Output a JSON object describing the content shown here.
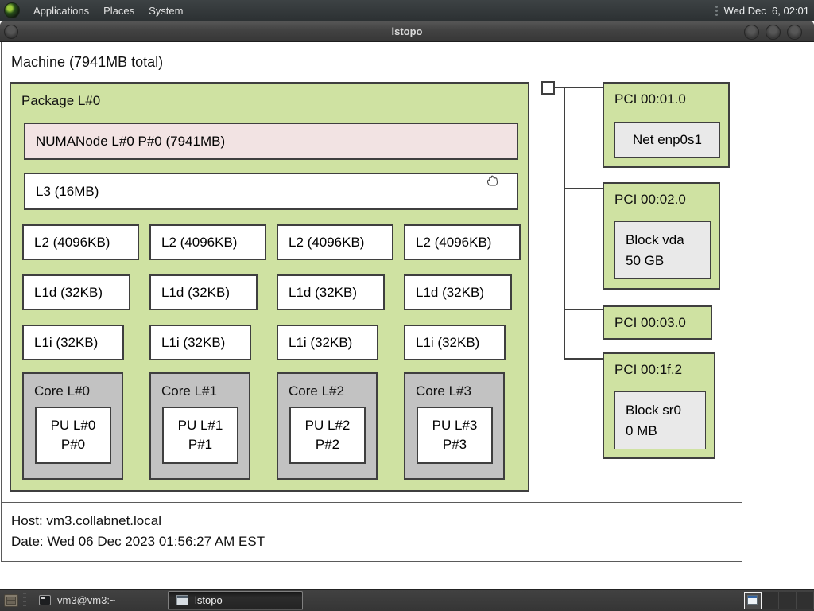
{
  "panel": {
    "menus": [
      {
        "label": "Applications"
      },
      {
        "label": "Places"
      },
      {
        "label": "System"
      }
    ],
    "clock": "Wed Dec  6, 02:01"
  },
  "titlebar": {
    "title": "lstopo"
  },
  "lstopo": {
    "machine_label": "Machine (7941MB total)",
    "package": {
      "label": "Package L#0",
      "numanode": "NUMANode L#0 P#0 (7941MB)",
      "l3": "L3 (16MB)",
      "l2": [
        "L2 (4096KB)",
        "L2 (4096KB)",
        "L2 (4096KB)",
        "L2 (4096KB)"
      ],
      "l1d": [
        "L1d (32KB)",
        "L1d (32KB)",
        "L1d (32KB)",
        "L1d (32KB)"
      ],
      "l1i": [
        "L1i (32KB)",
        "L1i (32KB)",
        "L1i (32KB)",
        "L1i (32KB)"
      ],
      "cores": [
        {
          "label": "Core L#0",
          "pu_line1": "PU L#0",
          "pu_line2": "P#0"
        },
        {
          "label": "Core L#1",
          "pu_line1": "PU L#1",
          "pu_line2": "P#1"
        },
        {
          "label": "Core L#2",
          "pu_line1": "PU L#2",
          "pu_line2": "P#2"
        },
        {
          "label": "Core L#3",
          "pu_line1": "PU L#3",
          "pu_line2": "P#3"
        }
      ]
    },
    "pci": [
      {
        "label": "PCI 00:01.0",
        "device_line1": "Net enp0s1",
        "device_line2": ""
      },
      {
        "label": "PCI 00:02.0",
        "device_line1": "Block vda",
        "device_line2": "50 GB"
      },
      {
        "label": "PCI 00:03.0"
      },
      {
        "label": "PCI 00:1f.2",
        "device_line1": "Block sr0",
        "device_line2": "0 MB"
      }
    ],
    "legend": {
      "host": "Host: vm3.collabnet.local",
      "date": "Date: Wed 06 Dec 2023 01:56:27 AM EST"
    }
  },
  "taskbar": {
    "tasks": [
      {
        "label": "vm3@vm3:~"
      },
      {
        "label": "lstopo"
      }
    ]
  },
  "icons": {
    "panel_logo": "distro-logo-icon",
    "notification": "notification-dots-icon",
    "window_buttons": "minimize-maximize-close",
    "task1": "terminal-icon",
    "task2": "window-icon",
    "cursor": "hand-cursor"
  },
  "colors": {
    "package_green": "#cfe2a2",
    "numa_pink": "#f2e3e3",
    "core_gray": "#c2c2c2",
    "device_gray": "#e9e9e9",
    "box_border": "#3f3f3f",
    "panel_bg": "#34393b",
    "taskbar_bg": "#3a3a3a",
    "pager_active_blue": "#3465a4"
  }
}
